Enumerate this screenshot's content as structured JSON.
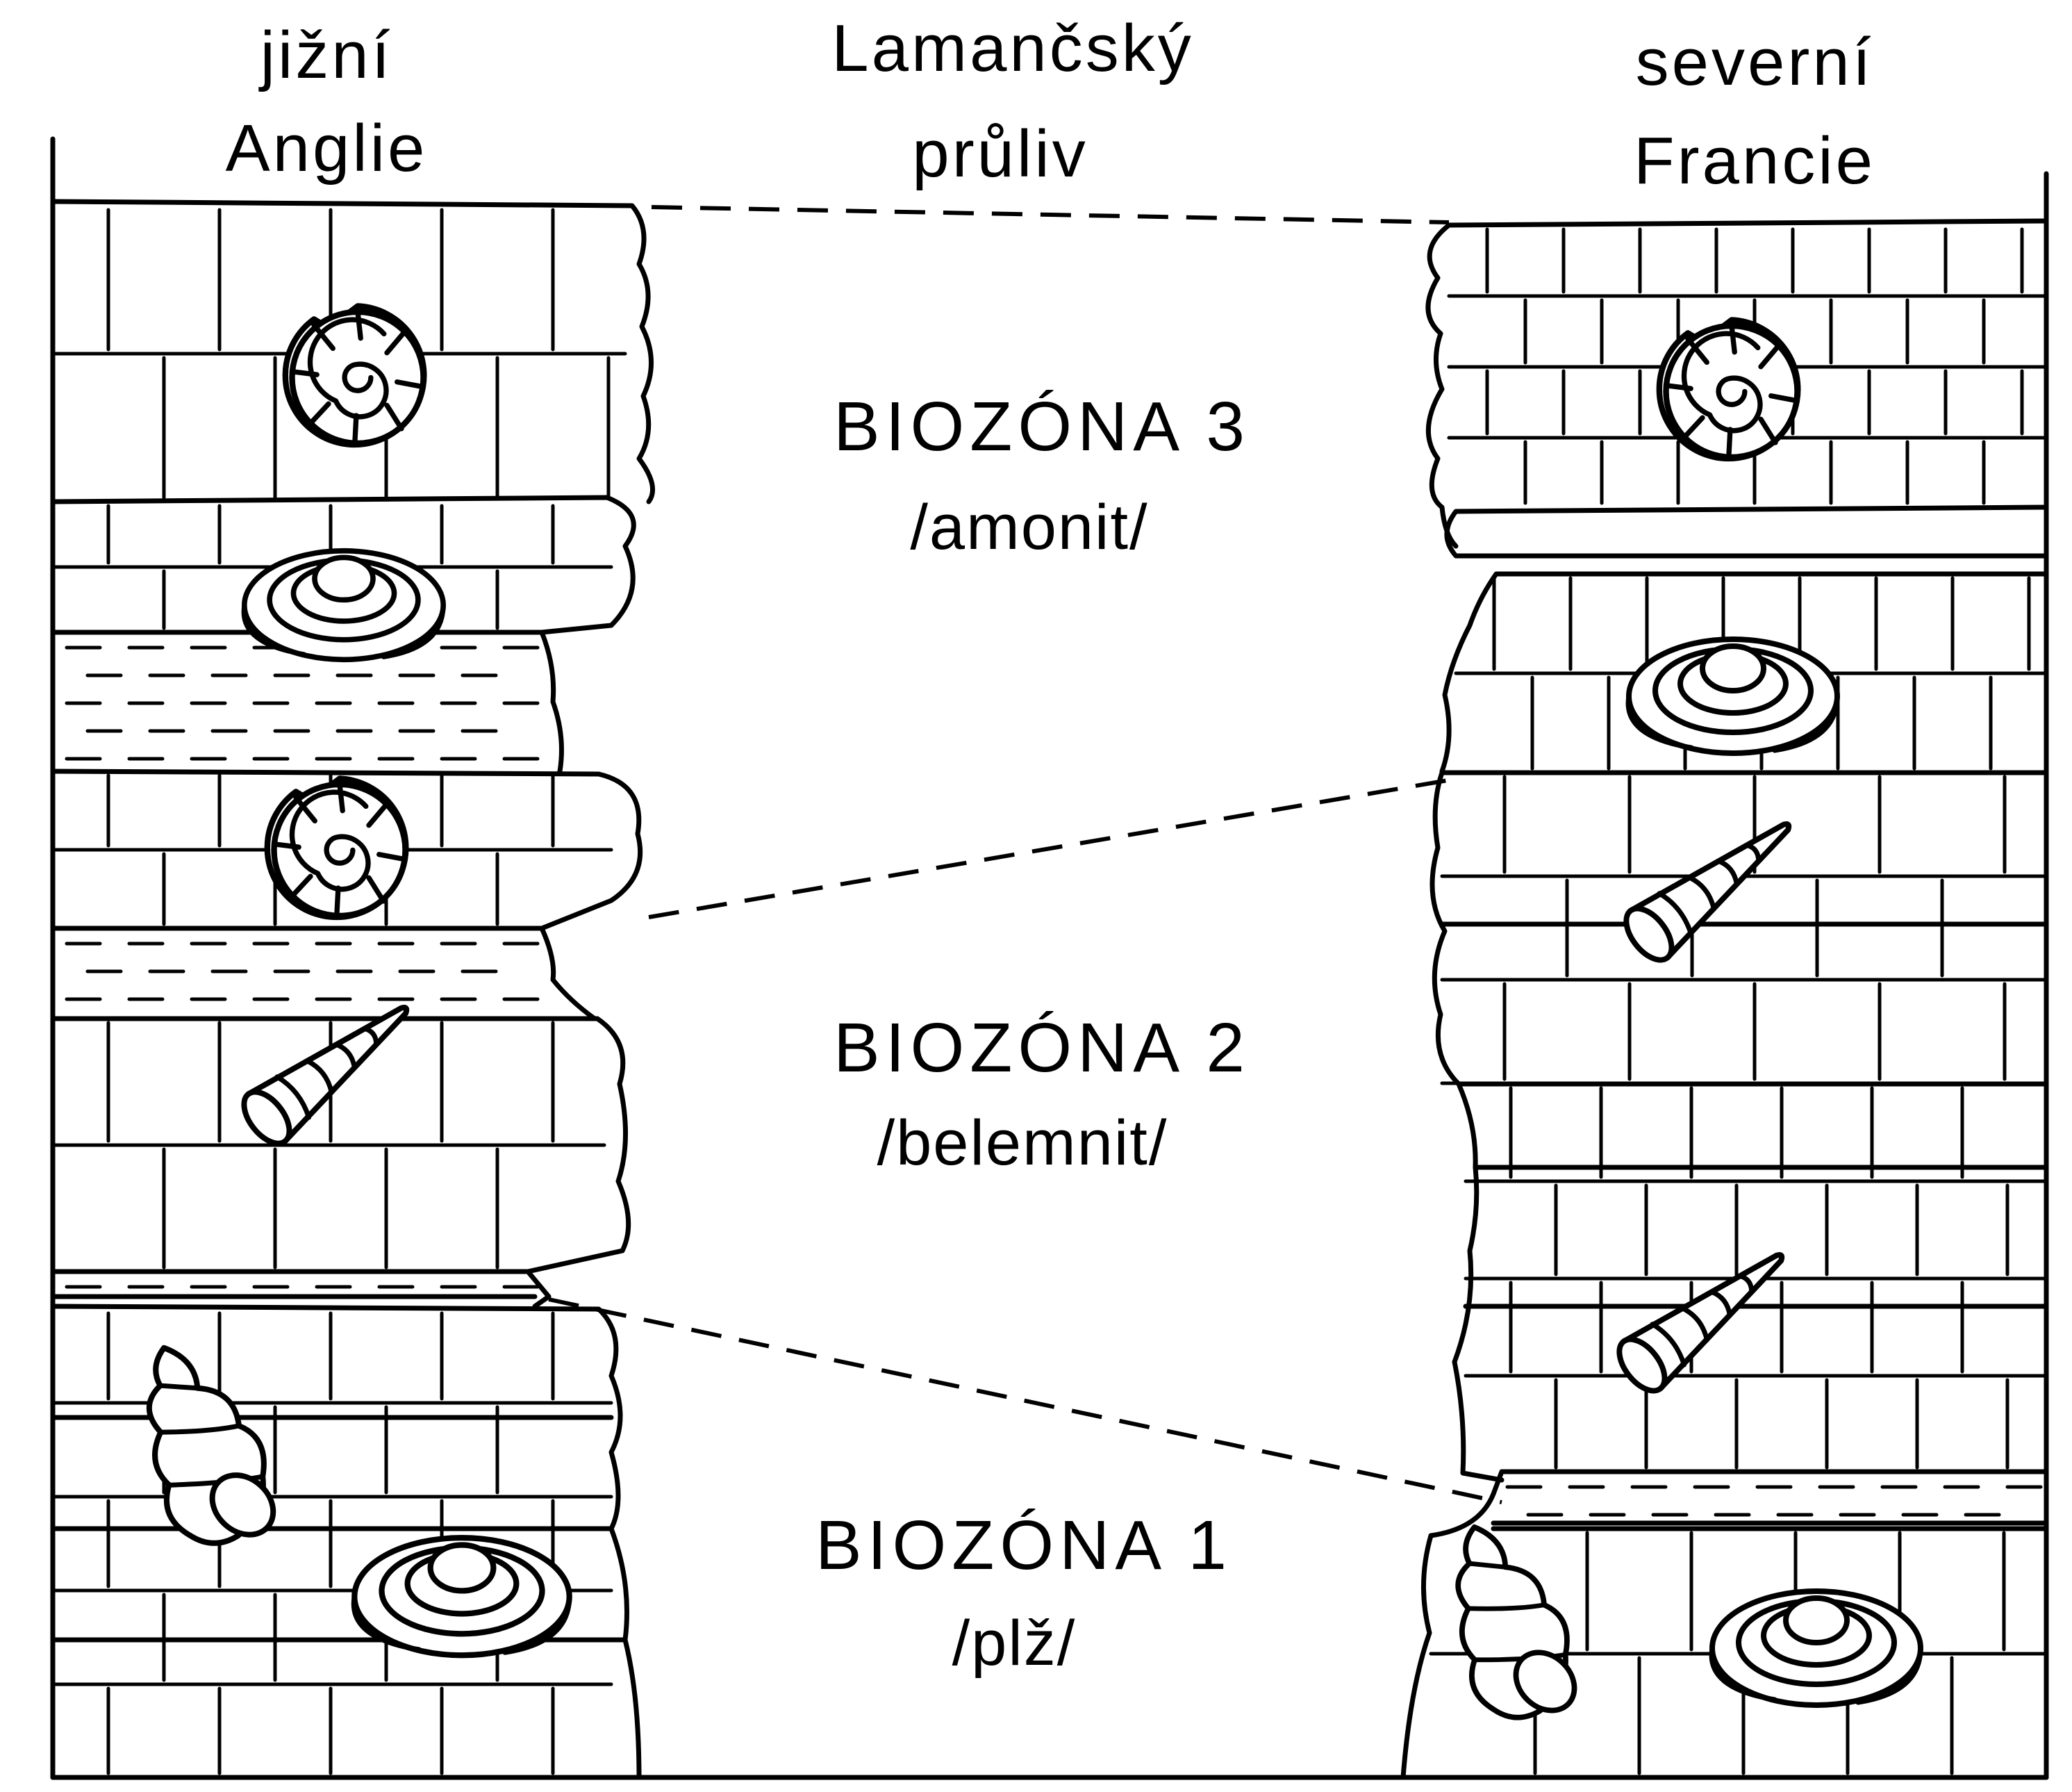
{
  "headers": {
    "left": {
      "line1": "jižní",
      "line2": "Anglie"
    },
    "middle": {
      "line1": "Lamančský",
      "line2": "průliv"
    },
    "right": {
      "line1": "severní",
      "line2": "Francie"
    }
  },
  "biozones": [
    {
      "name": "BIOZÓNA 3",
      "fossil": "/amonit/"
    },
    {
      "name": "BIOZÓNA 2",
      "fossil": "/belemnit/"
    },
    {
      "name": "BIOZÓNA 1",
      "fossil": "/plž/"
    }
  ]
}
